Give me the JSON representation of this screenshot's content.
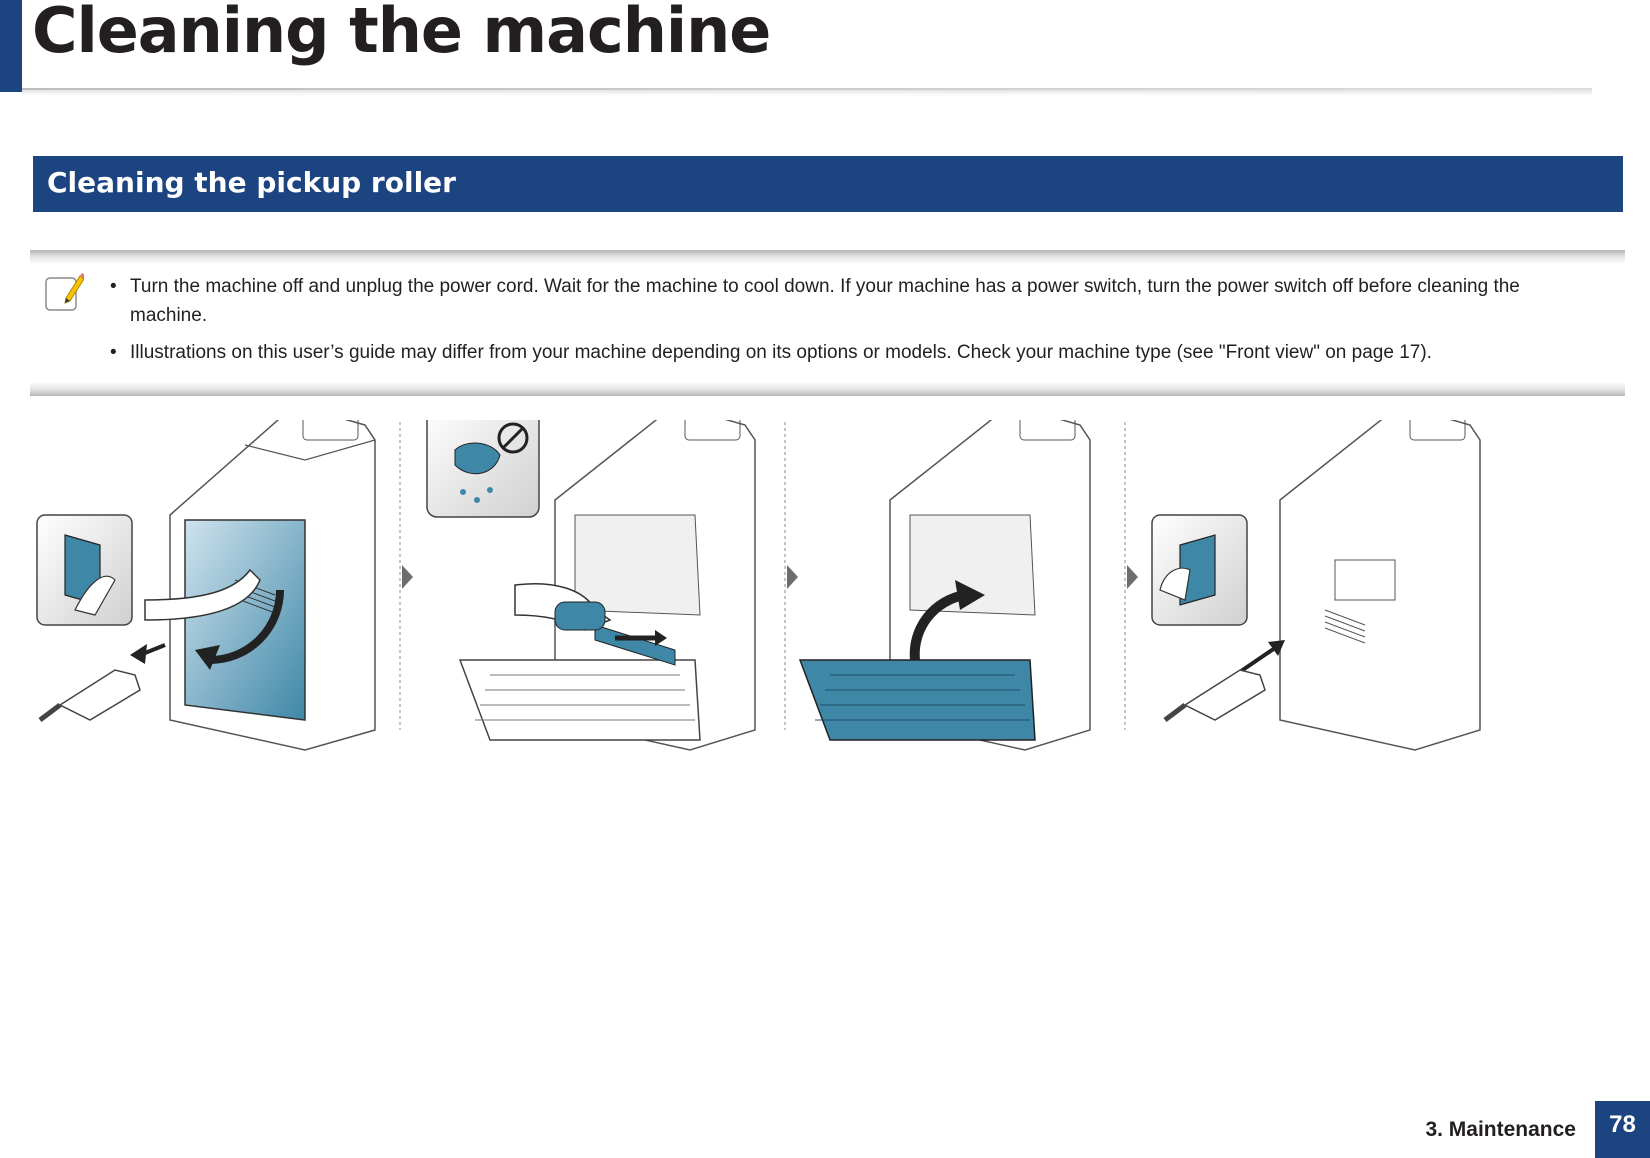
{
  "page": {
    "title": "Cleaning the machine",
    "section_title": "Cleaning the pickup roller",
    "accent_color": "#1c4481"
  },
  "note": {
    "icon": "pencil-note-icon",
    "items": [
      "Turn the machine off and unplug the power cord. Wait for the machine to cool down. If your machine has a power switch, turn the power switch off before cleaning the machine.",
      "Illustrations on this user’s guide may differ from your machine depending on its options or models. Check your machine type (see \"Front view\" on page 17)."
    ]
  },
  "figure": {
    "steps": [
      {
        "icon": "power-off-unplug-open-door-illustration"
      },
      {
        "icon": "wipe-pickup-roller-dry-cloth-illustration"
      },
      {
        "icon": "close-rear-cover-illustration"
      },
      {
        "icon": "plug-in-power-on-illustration"
      }
    ],
    "step_icons": [
      "power-switch-icon",
      "no-wet-cloth-icon",
      "power-switch-icon"
    ],
    "highlight_color": "#3f87a7"
  },
  "footer": {
    "section": "3. Maintenance",
    "page_number": "78"
  }
}
